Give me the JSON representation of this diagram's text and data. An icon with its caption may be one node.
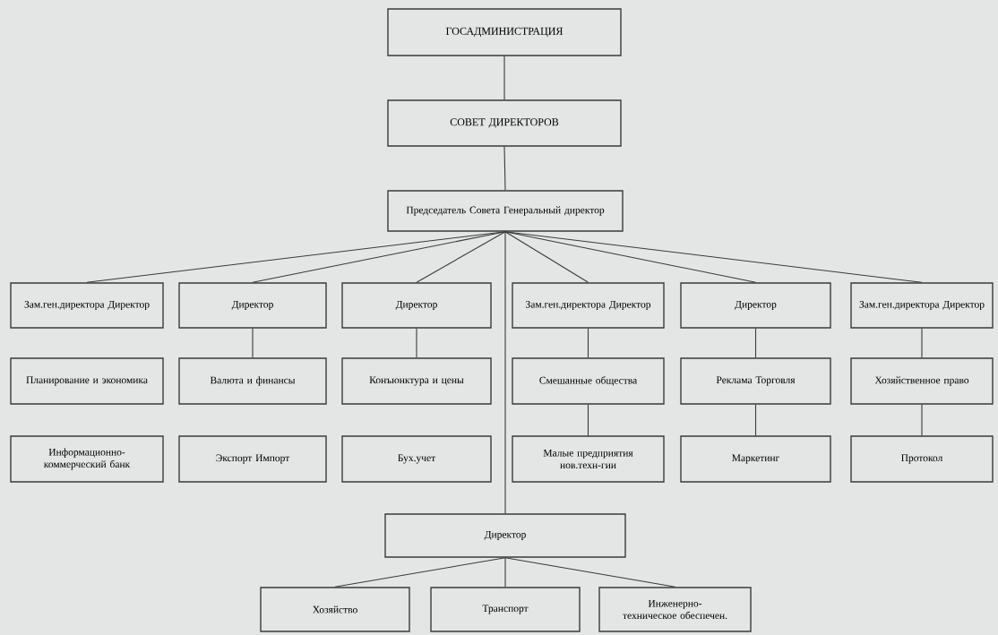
{
  "diagram": {
    "nodes": [
      {
        "text": [
          "ГОСАДМИНИСТРАЦИЯ"
        ]
      },
      {
        "text": [
          "СОВЕТ ДИРЕКТОРОВ"
        ]
      },
      {
        "text": [
          "Председатель Совета Генеральный директор"
        ]
      },
      {
        "text": [
          "Зам.ген.директора Директор"
        ]
      },
      {
        "text": [
          "Директор"
        ]
      },
      {
        "text": [
          "Директор"
        ]
      },
      {
        "text": [
          "Зам.ген.директора Директор"
        ]
      },
      {
        "text": [
          "Директор"
        ]
      },
      {
        "text": [
          "Зам.ген.директора Директор"
        ]
      },
      {
        "text": [
          "Планирование и экономика"
        ]
      },
      {
        "text": [
          "Валюта и финансы"
        ]
      },
      {
        "text": [
          "Конъюнктура и цены"
        ]
      },
      {
        "text": [
          "Смешанные общества"
        ]
      },
      {
        "text": [
          "Реклама Торговля"
        ]
      },
      {
        "text": [
          "Хозяйственное право"
        ]
      },
      {
        "text": [
          "Информационно-коммерческий банк"
        ]
      },
      {
        "text": [
          "Экспорт Импорт"
        ]
      },
      {
        "text": [
          "Бух.учет"
        ]
      },
      {
        "text": [
          "Малые предприятия нов.техн-гии"
        ]
      },
      {
        "text": [
          "Маркетинг"
        ]
      },
      {
        "text": [
          "Протокол"
        ]
      },
      {
        "text": [
          "Директор"
        ]
      },
      {
        "text": [
          "Хозяйство"
        ]
      },
      {
        "text": [
          "Транспорт"
        ]
      },
      {
        "text": [
          "Инженерно-техническое обеспечен."
        ]
      }
    ],
    "edges": [
      {
        "from": 0,
        "to": 1,
        "arrow": "none"
      },
      {
        "from": 1,
        "to": 2,
        "arrow": "none"
      },
      {
        "from": 2,
        "to": 3,
        "arrow": "none"
      },
      {
        "from": 2,
        "to": 4,
        "arrow": "none"
      },
      {
        "from": 2,
        "to": 5,
        "arrow": "none"
      },
      {
        "from": 2,
        "to": 6,
        "arrow": "none"
      },
      {
        "from": 2,
        "to": 7,
        "arrow": "none"
      },
      {
        "from": 2,
        "to": 8,
        "arrow": "none"
      },
      {
        "from": 2,
        "to": 21,
        "arrow": "none"
      },
      {
        "from": 4,
        "to": 10,
        "arrow": "none"
      },
      {
        "from": 5,
        "to": 11,
        "arrow": "none"
      },
      {
        "from": 6,
        "to": 12,
        "arrow": "none"
      },
      {
        "from": 7,
        "to": 13,
        "arrow": "none"
      },
      {
        "from": 8,
        "to": 14,
        "arrow": "none"
      },
      {
        "from": 12,
        "to": 18,
        "arrow": "none"
      },
      {
        "from": 13,
        "to": 19,
        "arrow": "none"
      },
      {
        "from": 14,
        "to": 20,
        "arrow": "none"
      },
      {
        "from": 21,
        "to": 22,
        "arrow": "none"
      },
      {
        "from": 21,
        "to": 23,
        "arrow": "none"
      },
      {
        "from": 21,
        "to": 24,
        "arrow": "none"
      }
    ]
  }
}
